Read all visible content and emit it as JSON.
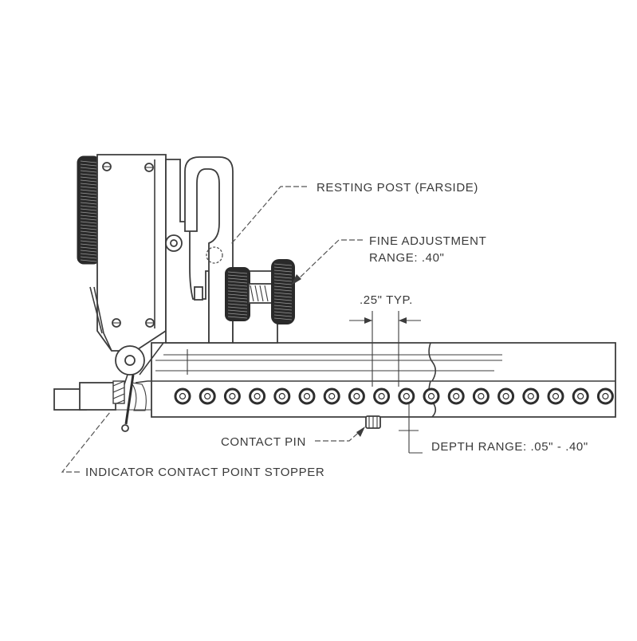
{
  "labels": {
    "resting_post": "RESTING POST (FARSIDE)",
    "fine_adjustment_line1": "FINE ADJUSTMENT",
    "fine_adjustment_line2": "RANGE: .40\"",
    "spacing": ".25\" TYP.",
    "contact_pin": "CONTACT PIN",
    "depth_range": "DEPTH RANGE: .05\" - .40\"",
    "stopper": "INDICATOR CONTACT POINT STOPPER"
  },
  "hole_count": 18,
  "colors": {
    "ink": "#3c3c3c",
    "background": "#ffffff"
  },
  "icons": {
    "knurl_knob": "knurled-knob-icon",
    "screw": "screw-head-icon"
  }
}
